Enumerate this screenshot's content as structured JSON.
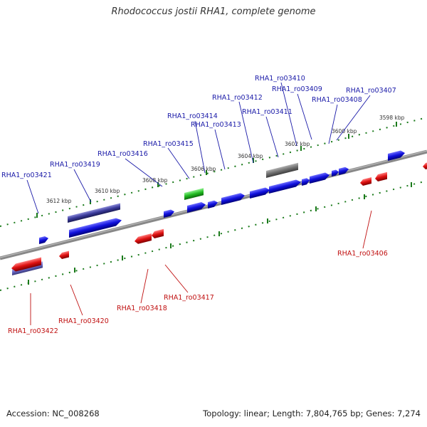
{
  "title": "Rhodococcus jostii RHA1, complete genome",
  "footer": {
    "accession": "Accession: NC_008268",
    "summary": "Topology: linear; Length: 7,804,765 bp; Genes: 7,274"
  },
  "colors": {
    "forward_gene": "#1010dd",
    "reverse_gene": "#dd1010",
    "rna_gene": "#22bb22",
    "pseudo_gene": "#707070",
    "cds_region": "#3a3a9a",
    "backbone": "#888888",
    "ruler_tick": "#1a7a1a",
    "forward_label": "#1a1aa8",
    "reverse_label": "#c01010"
  },
  "scale_labels": [
    "3598 kbp",
    "3600 kbp",
    "3602 kbp",
    "3604 kbp",
    "3606 kbp",
    "3608 kbp",
    "3610 kbp",
    "3612 kbp"
  ],
  "forward_labels": [
    "RHA1_ro03421",
    "RHA1_ro03419",
    "RHA1_ro03416",
    "RHA1_ro03415",
    "RHA1_ro03414",
    "RHA1_ro03413",
    "RHA1_ro03412",
    "RHA1_ro03411",
    "RHA1_ro03410",
    "RHA1_ro03409",
    "RHA1_ro03408",
    "RHA1_ro03407"
  ],
  "reverse_labels": [
    "RHA1_ro03422",
    "RHA1_ro03420",
    "RHA1_ro03418",
    "RHA1_ro03417",
    "RHA1_ro03406"
  ]
}
